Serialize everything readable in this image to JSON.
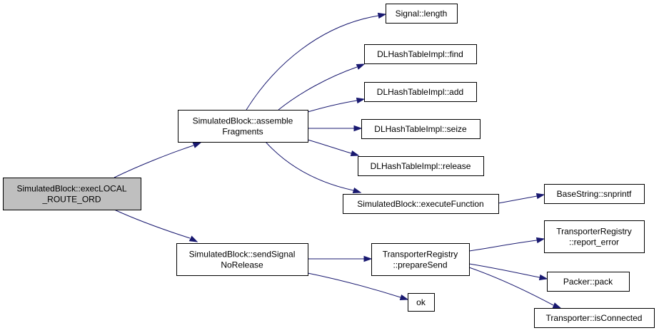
{
  "nodes": [
    {
      "id": "root",
      "lines": [
        "SimulatedBlock::execLOCAL",
        "_ROUTE_ORD"
      ],
      "root": true
    },
    {
      "id": "assemble",
      "lines": [
        "SimulatedBlock::assemble",
        "Fragments"
      ]
    },
    {
      "id": "sendsig",
      "lines": [
        "SimulatedBlock::sendSignal",
        "NoRelease"
      ]
    },
    {
      "id": "siglen",
      "lines": [
        "Signal::length"
      ]
    },
    {
      "id": "find",
      "lines": [
        "DLHashTableImpl::find"
      ]
    },
    {
      "id": "add",
      "lines": [
        "DLHashTableImpl::add"
      ]
    },
    {
      "id": "seize",
      "lines": [
        "DLHashTableImpl::seize"
      ]
    },
    {
      "id": "release",
      "lines": [
        "DLHashTableImpl::release"
      ]
    },
    {
      "id": "execfn",
      "lines": [
        "SimulatedBlock::executeFunction"
      ]
    },
    {
      "id": "snprintf",
      "lines": [
        "BaseString::snprintf"
      ]
    },
    {
      "id": "prepsend",
      "lines": [
        "TransporterRegistry",
        "::prepareSend"
      ]
    },
    {
      "id": "ok",
      "lines": [
        "ok"
      ]
    },
    {
      "id": "reperr",
      "lines": [
        "TransporterRegistry",
        "::report_error"
      ]
    },
    {
      "id": "pack",
      "lines": [
        "Packer::pack"
      ]
    },
    {
      "id": "isconn",
      "lines": [
        "Transporter::isConnected"
      ]
    }
  ],
  "edges": [
    {
      "from": "root",
      "to": "assemble"
    },
    {
      "from": "root",
      "to": "sendsig"
    },
    {
      "from": "assemble",
      "to": "siglen"
    },
    {
      "from": "assemble",
      "to": "find"
    },
    {
      "from": "assemble",
      "to": "add"
    },
    {
      "from": "assemble",
      "to": "seize"
    },
    {
      "from": "assemble",
      "to": "release"
    },
    {
      "from": "assemble",
      "to": "execfn"
    },
    {
      "from": "execfn",
      "to": "snprintf"
    },
    {
      "from": "sendsig",
      "to": "prepsend"
    },
    {
      "from": "sendsig",
      "to": "ok"
    },
    {
      "from": "prepsend",
      "to": "reperr"
    },
    {
      "from": "prepsend",
      "to": "pack"
    },
    {
      "from": "prepsend",
      "to": "isconn"
    }
  ],
  "colors": {
    "edge": "#191970",
    "root_fill": "#bfbfbf",
    "node_fill": "#ffffff",
    "border": "#000000"
  }
}
